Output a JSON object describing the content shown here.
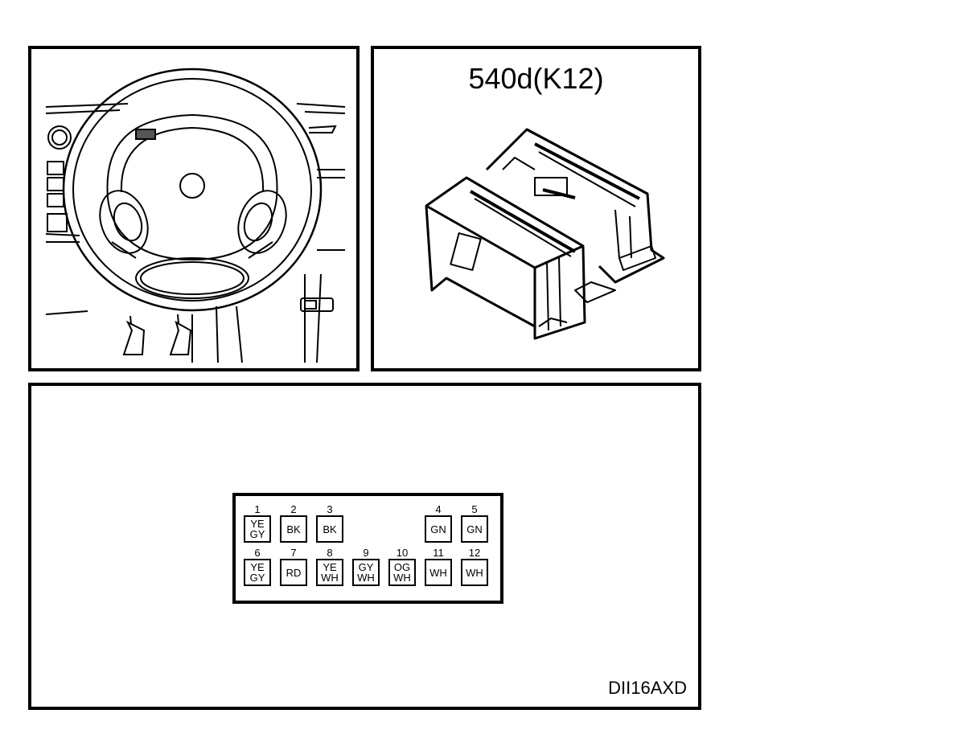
{
  "connector": {
    "title": "540d(K12)",
    "diagram_code": "DII16AXD"
  },
  "pins": [
    {
      "num": "1",
      "colors": [
        "YE",
        "GY"
      ]
    },
    {
      "num": "2",
      "colors": [
        "BK"
      ]
    },
    {
      "num": "3",
      "colors": [
        "BK"
      ]
    },
    {
      "num": "4",
      "colors": [
        "GN"
      ]
    },
    {
      "num": "5",
      "colors": [
        "GN"
      ]
    },
    {
      "num": "6",
      "colors": [
        "YE",
        "GY"
      ]
    },
    {
      "num": "7",
      "colors": [
        "RD"
      ]
    },
    {
      "num": "8",
      "colors": [
        "YE",
        "WH"
      ]
    },
    {
      "num": "9",
      "colors": [
        "GY",
        "WH"
      ]
    },
    {
      "num": "10",
      "colors": [
        "OG",
        "WH"
      ]
    },
    {
      "num": "11",
      "colors": [
        "WH"
      ]
    },
    {
      "num": "12",
      "colors": [
        "WH"
      ]
    }
  ]
}
